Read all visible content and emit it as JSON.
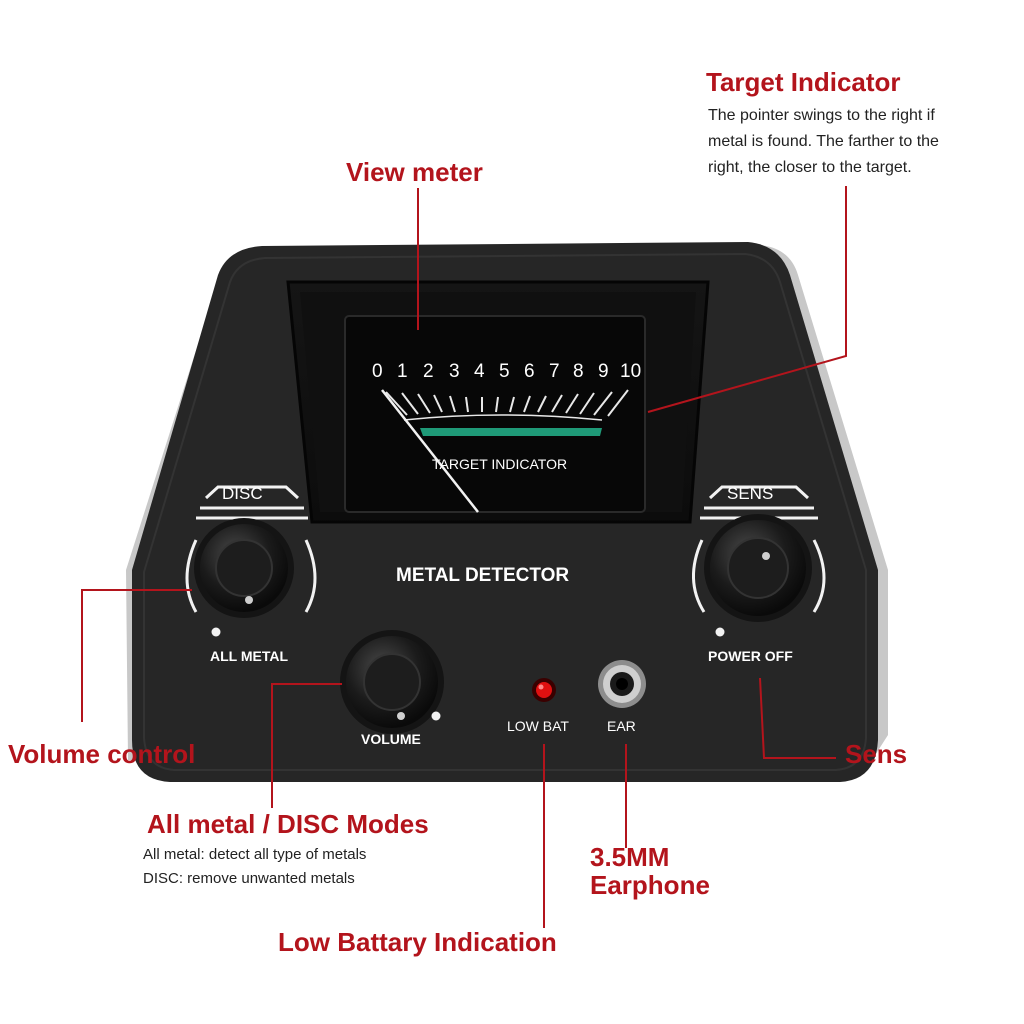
{
  "callouts": {
    "target_indicator": {
      "title": "Target Indicator",
      "desc": [
        "The pointer swings to the right if",
        "metal is found. The farther to the",
        "right, the closer to the target."
      ]
    },
    "view_meter": {
      "title": "View meter"
    },
    "volume_control": {
      "title": "Volume control"
    },
    "sens": {
      "title": "Sens"
    },
    "modes": {
      "title": "All metal / DISC Modes",
      "desc": [
        "All metal: detect all type of metals",
        "DISC: remove unwanted metals"
      ]
    },
    "earphone": {
      "title_line1": "3.5MM",
      "title_line2": "Earphone"
    },
    "low_battery": {
      "title": "Low Battary Indication"
    }
  },
  "device": {
    "name": "METAL DETECTOR",
    "meter_label": "TARGET INDICATOR",
    "scale": [
      "0",
      "1",
      "2",
      "3",
      "4",
      "5",
      "6",
      "7",
      "8",
      "9",
      "10"
    ],
    "disc_label": "DISC",
    "sens_label": "SENS",
    "all_metal_label": "ALL METAL",
    "power_off_label": "POWER OFF",
    "volume_label": "VOLUME",
    "low_bat_label": "LOW BAT",
    "ear_label": "EAR"
  },
  "colors": {
    "callout_red": "#b3141c",
    "device_body": "#262626",
    "meter_green": "#1f9a78",
    "led_red": "#e01010"
  }
}
